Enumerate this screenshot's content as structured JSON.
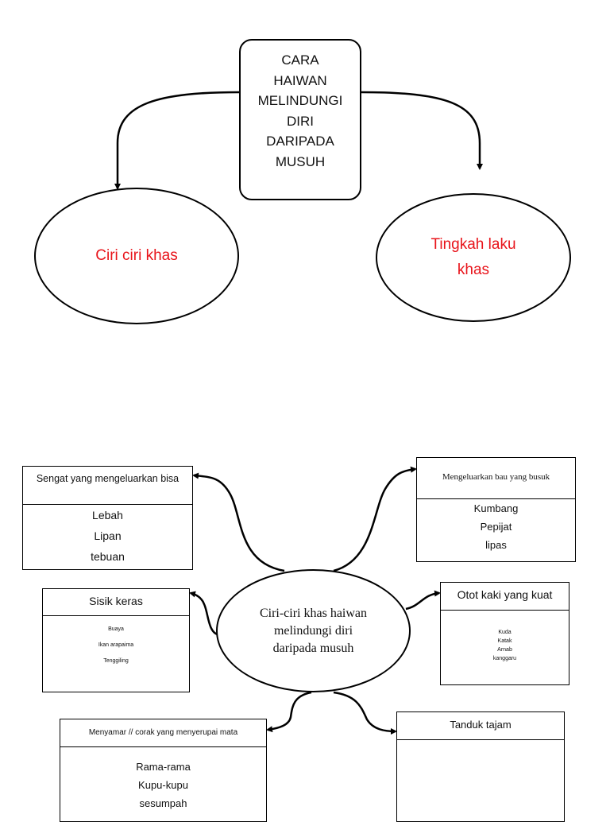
{
  "top_diagram": {
    "root": {
      "lines": [
        "CARA",
        "HAIWAN",
        "MELINDUNGI",
        "DIRI",
        "DARIPADA",
        "MUSUH"
      ]
    },
    "left": {
      "lines": [
        "Ciri ciri khas"
      ]
    },
    "right": {
      "lines": [
        "Tingkah laku",
        "khas"
      ]
    },
    "accent_color": "#e8141b"
  },
  "bottom_diagram": {
    "center": {
      "lines": [
        "Ciri-ciri khas haiwan",
        "melindungi diri",
        "daripada musuh"
      ]
    },
    "boxes": {
      "sengat": {
        "header": "Sengat yang mengeluarkan bisa",
        "items": [
          "Lebah",
          "Lipan",
          "tebuan"
        ]
      },
      "bau": {
        "header": "Mengeluarkan bau yang busuk",
        "items": [
          "Kumbang",
          "Pepijat",
          "lipas"
        ]
      },
      "sisik": {
        "header": "Sisik keras",
        "items": [
          "Buaya",
          "Ikan arapaima",
          "Tenggiling"
        ]
      },
      "otot": {
        "header": "Otot kaki yang kuat",
        "items": [
          "Kuda",
          "Katak",
          "Arnab",
          "kanggaru"
        ]
      },
      "menyamar": {
        "header": "Menyamar // corak yang menyerupai mata",
        "items": [
          "Rama-rama",
          "Kupu-kupu",
          "sesumpah"
        ]
      },
      "tanduk": {
        "header": "Tanduk tajam",
        "items": []
      }
    }
  }
}
